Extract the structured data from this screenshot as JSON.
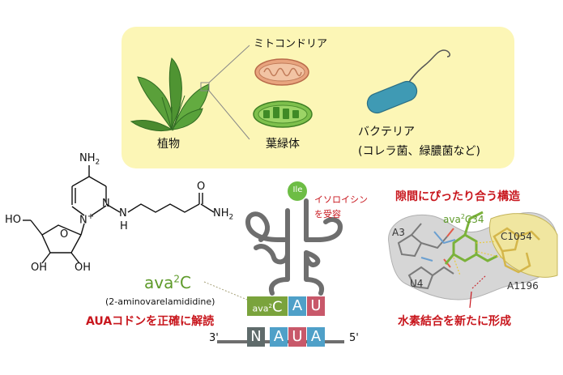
{
  "panel": {
    "plant_label": "植物",
    "mitochondria_label": "ミトコンドリア",
    "chloroplast_label": "葉緑体",
    "bacteria_label": "バクテリア",
    "bacteria_examples": "(コレラ菌、緑膿菌など)"
  },
  "molecule": {
    "amine_top": "NH",
    "amine_top_sub": "2",
    "ring_n_right": "N",
    "ring_n_plus": "N",
    "plus": "+",
    "nh_link": "N",
    "nh_h": "H",
    "carbonyl_o": "O",
    "amide": "NH",
    "amide_sub": "2",
    "ho_top": "HO",
    "ring_o": "O",
    "oh_left": "OH",
    "oh_right": "OH",
    "name_base": "ava",
    "name_sup": "2",
    "name_tail": "C",
    "full_name": "(2-aminovarelamididine)",
    "decode_caption": "AUAコドンを正確に解読"
  },
  "trna": {
    "ile_label": "Ile",
    "aa_caption_line1": "イソロイシン",
    "aa_caption_line2": "を受容",
    "anticodon": [
      {
        "base": "ava",
        "sup": "2",
        "tail": "C",
        "color": "#7aa33c"
      },
      {
        "base": "A",
        "color": "#4fa0c8"
      },
      {
        "base": "U",
        "color": "#c8586a"
      }
    ],
    "codon": [
      {
        "base": "N",
        "color": "#5f6b6b"
      },
      {
        "base": "A",
        "color": "#4fa0c8"
      },
      {
        "base": "U",
        "color": "#c8586a"
      },
      {
        "base": "A",
        "color": "#4fa0c8"
      }
    ],
    "end3": "3'",
    "end5": "5'"
  },
  "structure": {
    "fit_caption": "隙間にぴったり合う構造",
    "residue_ava": "ava",
    "residue_ava_sup": "2",
    "residue_ava_tail": "C34",
    "residue_a3": "A3",
    "residue_u4": "U4",
    "residue_c1054": "C1054",
    "residue_a1196": "A1196",
    "hbond_caption": "水素結合を新たに形成"
  },
  "colors": {
    "panel_bg": "#fcf6b6",
    "red_text": "#c8161d",
    "green_text": "#5e9a2a",
    "ile_green": "#6dbd45",
    "trna_gray": "#6e6e6e"
  }
}
